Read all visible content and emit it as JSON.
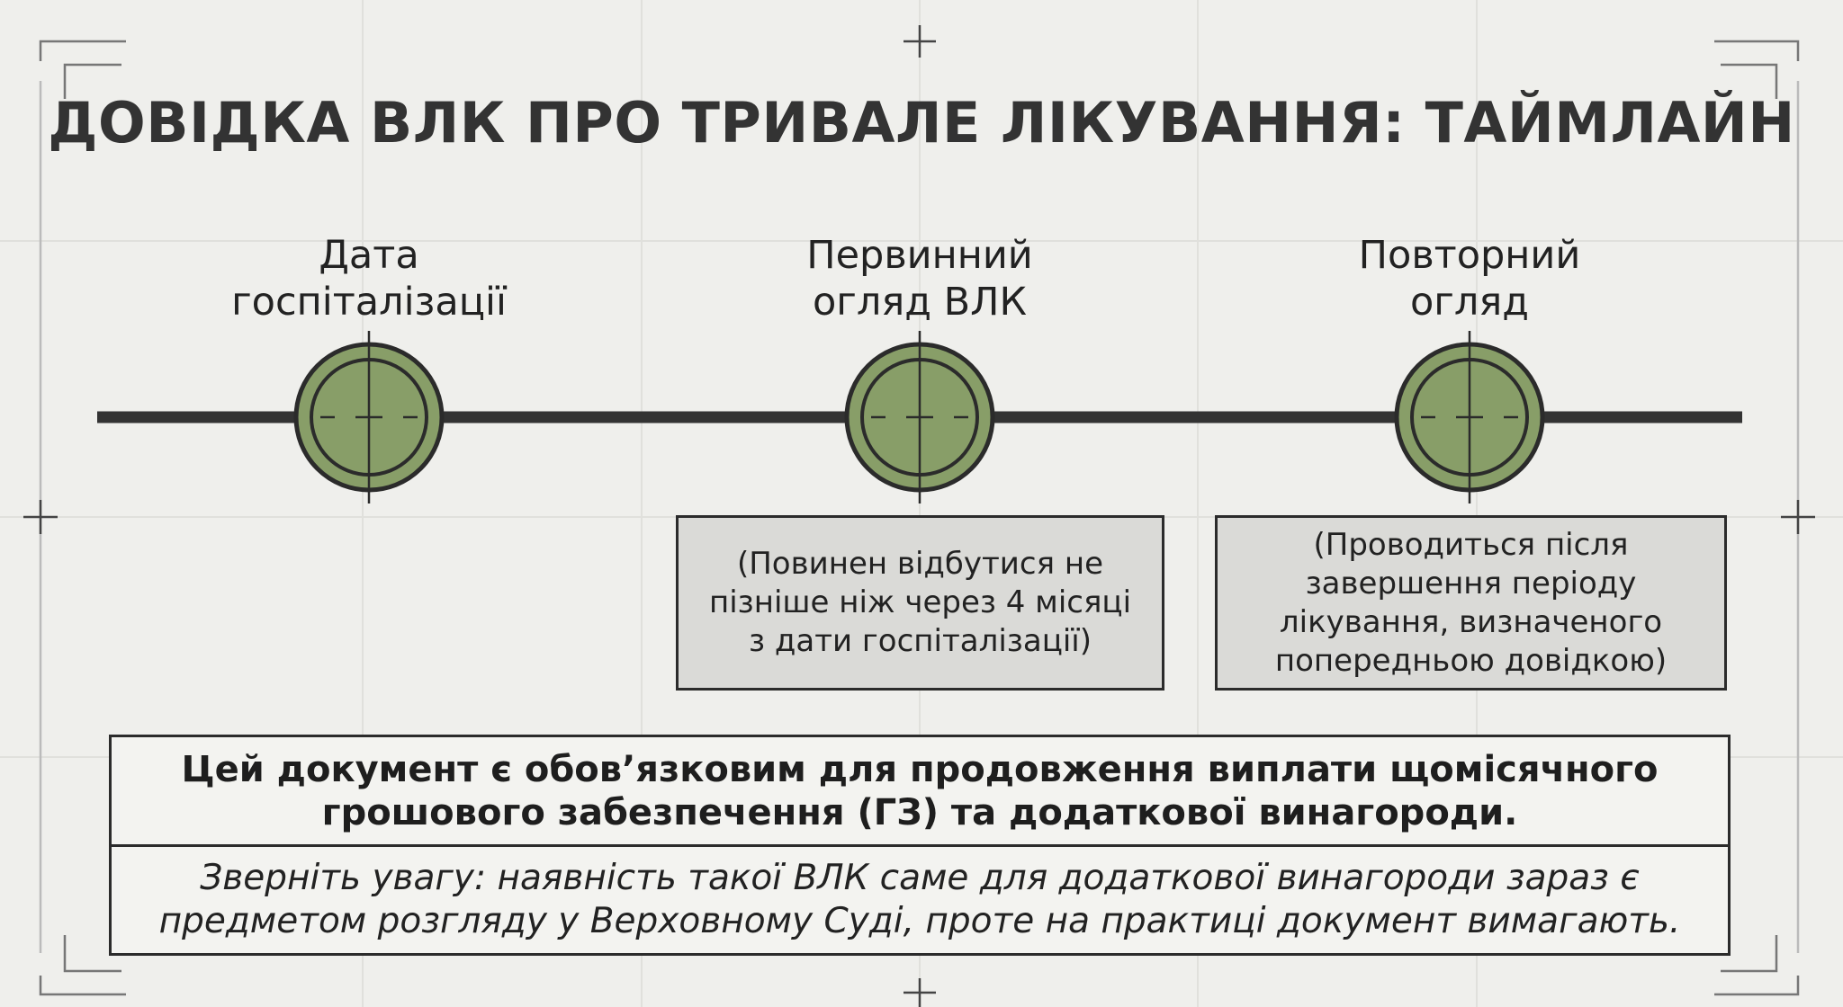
{
  "title": "ДОВІДКА ВЛК ПРО ТРИВАЛЕ ЛІКУВАННЯ: ТАЙМЛАЙН",
  "milestones": [
    {
      "label": "Дата\nгоспіталізації",
      "note": ""
    },
    {
      "label": "Первинний\nогляд ВЛК",
      "note": "(Повинен відбутися не\nпізніше ніж через 4 місяці\nз дати госпіталізації)"
    },
    {
      "label": "Повторний\nогляд",
      "note": "(Проводиться після\nзавершення періоду\nлікування, визначеного\nпопередньою довідкою)"
    }
  ],
  "info": {
    "main": "Цей документ є обов’язковим для продовження виплати щомісячного\nгрошового забезпечення (ГЗ) та додаткової винагороди.",
    "note": "Зверніть увагу: наявність такої ВЛК саме для додаткової винагороди зараз є\nпредметом розгляду у Верховному Суді, проте на практиці документ вимагають."
  },
  "colors": {
    "background": "#efefec",
    "node_fill": "#889e68",
    "line": "#333333",
    "box_fill": "#dadad7"
  }
}
